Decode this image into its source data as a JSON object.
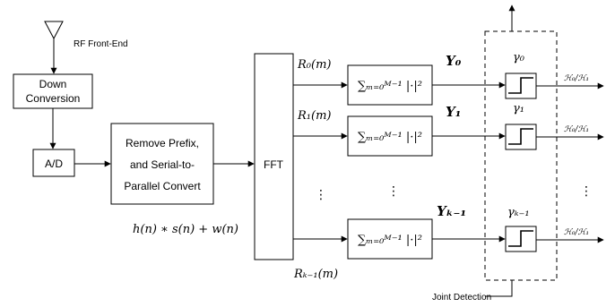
{
  "labels": {
    "rf_front_end": "RF Front-End",
    "down_conversion_l1": "Down",
    "down_conversion_l2": "Conversion",
    "ad": "A/D",
    "remove_prefix_l1": "Remove Prefix,",
    "remove_prefix_l2": "and Serial-to-",
    "remove_prefix_l3": "Parallel Convert",
    "fft": "FFT",
    "input_signal": "h(n) ∗ s(n) + w(n)",
    "joint_detection": "Joint Detection"
  },
  "branches": [
    {
      "r_label": "R₀(m)",
      "y_label": "Y₀",
      "gamma_label": "γ₀",
      "decision": "ℋ₀/ℋ₁",
      "energy": "∑ₘ₌₀ᴹ⁻¹ |·|²"
    },
    {
      "r_label": "R₁(m)",
      "y_label": "Y₁",
      "gamma_label": "γ₁",
      "decision": "ℋ₀/ℋ₁",
      "energy": "∑ₘ₌₀ᴹ⁻¹ |·|²"
    },
    {
      "r_label": "Rₖ₋₁(m)",
      "y_label": "Yₖ₋₁",
      "gamma_label": "γₖ₋₁",
      "decision": "ℋ₀/ℋ₁",
      "energy": "∑ₘ₌₀ᴹ⁻¹ |·|²"
    }
  ],
  "ellipsis": "⋮"
}
